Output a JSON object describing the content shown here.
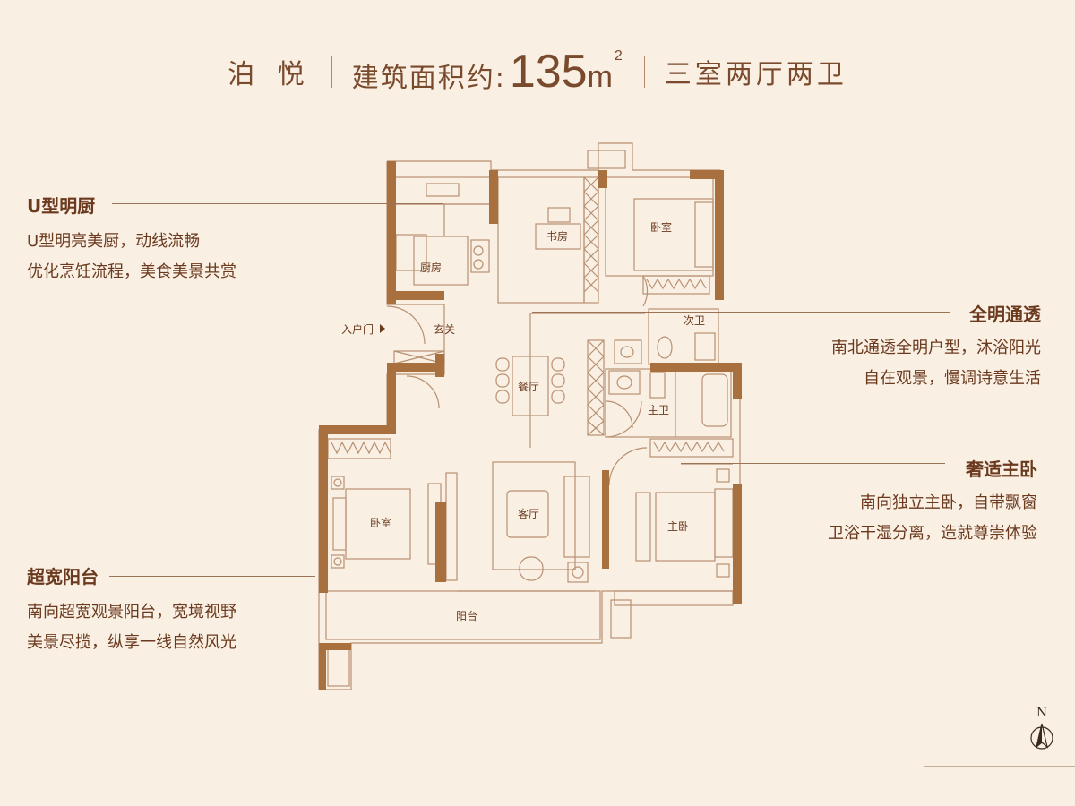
{
  "header": {
    "name": "泊 悦",
    "area_prefix": "建筑面积约:",
    "area_value": "135",
    "area_unit": "m",
    "area_sup": "2",
    "layout": "三室两厅两卫"
  },
  "features": {
    "kitchen": {
      "title": "U型明厨",
      "lines": [
        "U型明亮美厨，动线流畅",
        "优化烹饪流程，美食美景共赏"
      ]
    },
    "transparent": {
      "title": "全明通透",
      "lines": [
        "南北通透全明户型，沐浴阳光",
        "自在观景，慢调诗意生活"
      ]
    },
    "master": {
      "title": "奢适主卧",
      "lines": [
        "南向独立主卧，自带飘窗",
        "卫浴干湿分离，造就尊崇体验"
      ]
    },
    "balcony": {
      "title": "超宽阳台",
      "lines": [
        "南向超宽观景阳台，宽境视野",
        "美景尽揽，纵享一线自然风光"
      ]
    }
  },
  "rooms": {
    "kitchen": "厨房",
    "study": "书房",
    "bedroom_north": "卧室",
    "entry_door": "入户门",
    "foyer": "玄关",
    "second_bath": "次卫",
    "dining": "餐厅",
    "master_bath": "主卫",
    "bedroom_south": "卧室",
    "living": "客厅",
    "master_bedroom": "主卧",
    "balcony": "阳台"
  },
  "compass": {
    "label": "N"
  },
  "colors": {
    "wall": "#a8703f",
    "line": "#b89072",
    "background": "#f9efe3",
    "text": "#6b3a1e"
  }
}
